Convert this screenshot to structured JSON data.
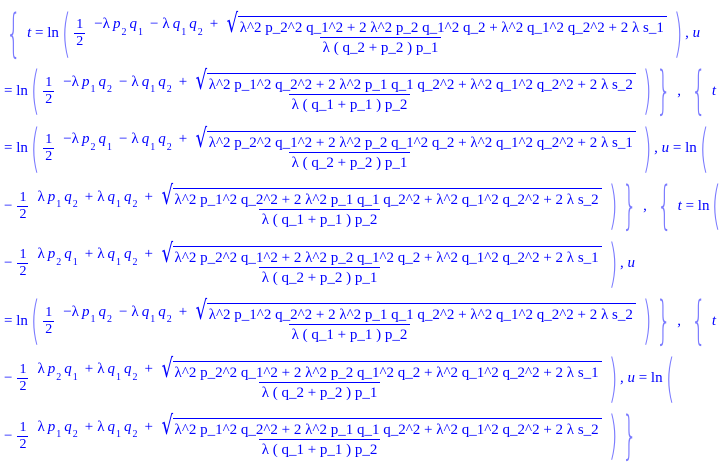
{
  "color": "#0000ff",
  "bracket_color": "#7a7aff",
  "half": {
    "num": "1",
    "den": "2"
  },
  "rows": [
    {
      "pre": [
        {
          "b": "{"
        },
        {
          "t": "t = ln"
        },
        {
          "b": "("
        }
      ],
      "num": "−λ p_2 q_1 − λ q_1 q_2 +",
      "sqrt": "λ^2 p_2^2 q_1^2 + 2 λ^2 p_2 q_1^2 q_2 + λ^2 q_1^2 q_2^2 + 2 λ s_1",
      "den": "λ ( q_2 + p_2 ) p_1",
      "post": [
        {
          "b": ")"
        },
        {
          "t": ", u"
        }
      ]
    },
    {
      "pre": [
        {
          "t": "= ln"
        },
        {
          "b": "("
        }
      ],
      "num": "−λ p_1 q_2 − λ q_1 q_2 +",
      "sqrt": "λ^2 p_1^2 q_2^2 + 2 λ^2 p_1 q_1 q_2^2 + λ^2 q_1^2 q_2^2 + 2 λ s_2",
      "den": "λ ( q_1 + p_1 ) p_2",
      "post": [
        {
          "b": ")"
        },
        {
          "b": "}"
        },
        {
          "t": ", "
        },
        {
          "b": "{"
        },
        {
          "t": "t"
        }
      ]
    },
    {
      "pre": [
        {
          "t": "= ln"
        },
        {
          "b": "("
        }
      ],
      "num": "−λ p_2 q_1 − λ q_1 q_2 +",
      "sqrt": "λ^2 p_2^2 q_1^2 + 2 λ^2 p_2 q_1^2 q_2 + λ^2 q_1^2 q_2^2 + 2 λ s_1",
      "den": "λ ( q_2 + p_2 ) p_1",
      "post": [
        {
          "b": ")"
        },
        {
          "t": ", u = ln"
        },
        {
          "b": "("
        }
      ]
    },
    {
      "pre": [
        {
          "t": "−"
        }
      ],
      "num": "λ p_1 q_2 + λ q_1 q_2 +",
      "sqrt": "λ^2 p_1^2 q_2^2 + 2 λ^2 p_1 q_1 q_2^2 + λ^2 q_1^2 q_2^2 + 2 λ s_2",
      "den": "λ ( q_1 + p_1 ) p_2",
      "post": [
        {
          "b": ")"
        },
        {
          "b": "}"
        },
        {
          "t": ", "
        },
        {
          "b": "{"
        },
        {
          "t": "t = ln"
        },
        {
          "b": "("
        }
      ]
    },
    {
      "pre": [
        {
          "t": "−"
        }
      ],
      "num": "λ p_2 q_1 + λ q_1 q_2 +",
      "sqrt": "λ^2 p_2^2 q_1^2 + 2 λ^2 p_2 q_1^2 q_2 + λ^2 q_1^2 q_2^2 + 2 λ s_1",
      "den": "λ ( q_2 + p_2 ) p_1",
      "post": [
        {
          "b": ")"
        },
        {
          "t": ", u"
        }
      ]
    },
    {
      "pre": [
        {
          "t": "= ln"
        },
        {
          "b": "("
        }
      ],
      "num": "−λ p_1 q_2 − λ q_1 q_2 +",
      "sqrt": "λ^2 p_1^2 q_2^2 + 2 λ^2 p_1 q_1 q_2^2 + λ^2 q_1^2 q_2^2 + 2 λ s_2",
      "den": "λ ( q_1 + p_1 ) p_2",
      "post": [
        {
          "b": ")"
        },
        {
          "b": "}"
        },
        {
          "t": ", "
        },
        {
          "b": "{"
        },
        {
          "t": "t = ln"
        },
        {
          "b": "("
        }
      ]
    },
    {
      "pre": [
        {
          "t": "−"
        }
      ],
      "num": "λ p_2 q_1 + λ q_1 q_2 +",
      "sqrt": "λ^2 p_2^2 q_1^2 + 2 λ^2 p_2 q_1^2 q_2 + λ^2 q_1^2 q_2^2 + 2 λ s_1",
      "den": "λ ( q_2 + p_2 ) p_1",
      "post": [
        {
          "b": ")"
        },
        {
          "t": ", u = ln"
        },
        {
          "b": "("
        }
      ]
    },
    {
      "pre": [
        {
          "t": "−"
        }
      ],
      "num": "λ p_1 q_2 + λ q_1 q_2 +",
      "sqrt": "λ^2 p_1^2 q_2^2 + 2 λ^2 p_1 q_1 q_2^2 + λ^2 q_1^2 q_2^2 + 2 λ s_2",
      "den": "λ ( q_1 + p_1 ) p_2",
      "post": [
        {
          "b": ")"
        },
        {
          "b": "}"
        }
      ]
    }
  ]
}
